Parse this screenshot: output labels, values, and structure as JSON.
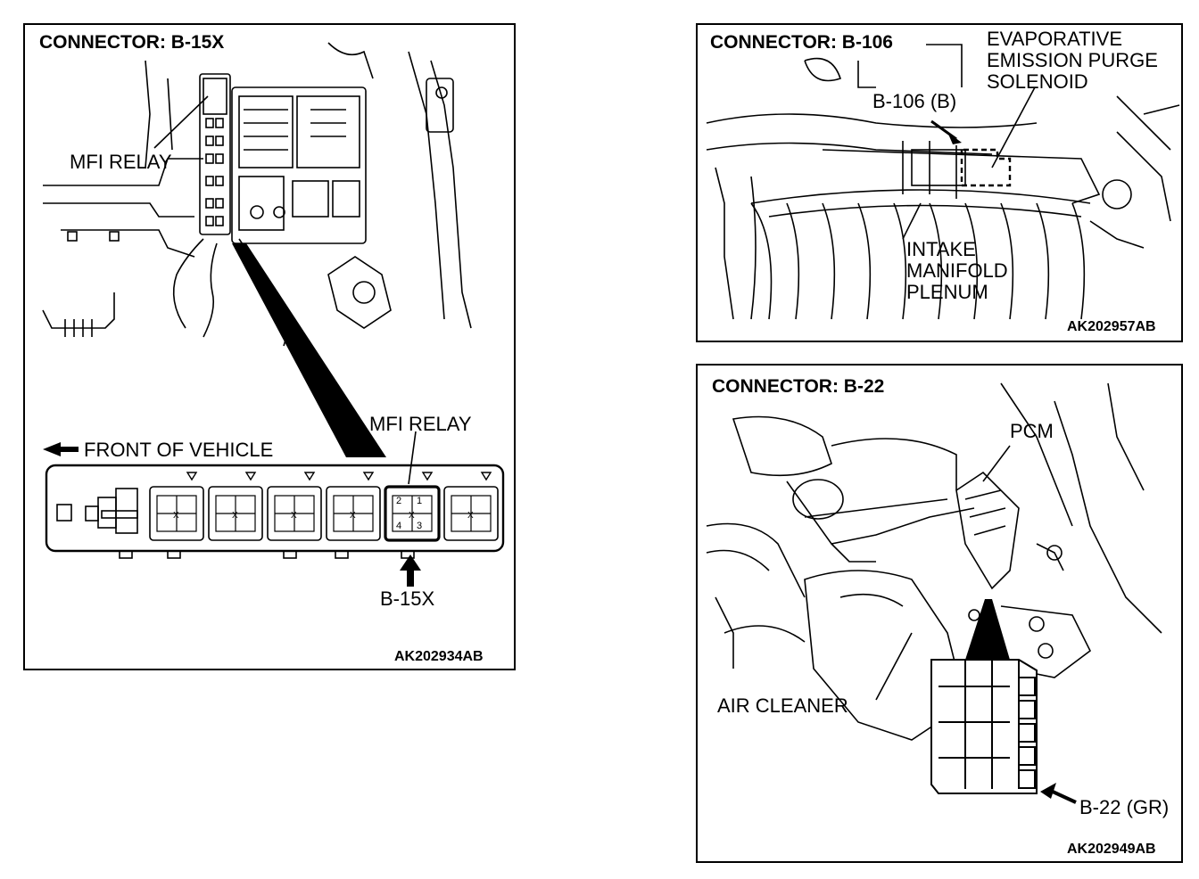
{
  "panels": {
    "b15x": {
      "title": "CONNECTOR: B-15X",
      "mfi_relay_top": "MFI RELAY",
      "front_of_vehicle": "FRONT OF VEHICLE",
      "mfi_relay_strip": "MFI RELAY",
      "connector_label": "B-15X",
      "relay_pins": [
        "2",
        "1",
        "4",
        "3"
      ],
      "relay_mark": "X",
      "figure_code": "AK202934AB"
    },
    "b106": {
      "title": "CONNECTOR: B-106",
      "evap_line1": "EVAPORATIVE",
      "evap_line2": "EMISSION PURGE",
      "evap_line3": "SOLENOID",
      "connector_label": "B-106 (B)",
      "intake_line1": "INTAKE",
      "intake_line2": "MANIFOLD",
      "intake_line3": "PLENUM",
      "figure_code": "AK202957AB"
    },
    "b22": {
      "title": "CONNECTOR: B-22",
      "pcm": "PCM",
      "air_cleaner": "AIR CLEANER",
      "connector_label": "B-22 (GR)",
      "figure_code": "AK202949AB"
    }
  }
}
